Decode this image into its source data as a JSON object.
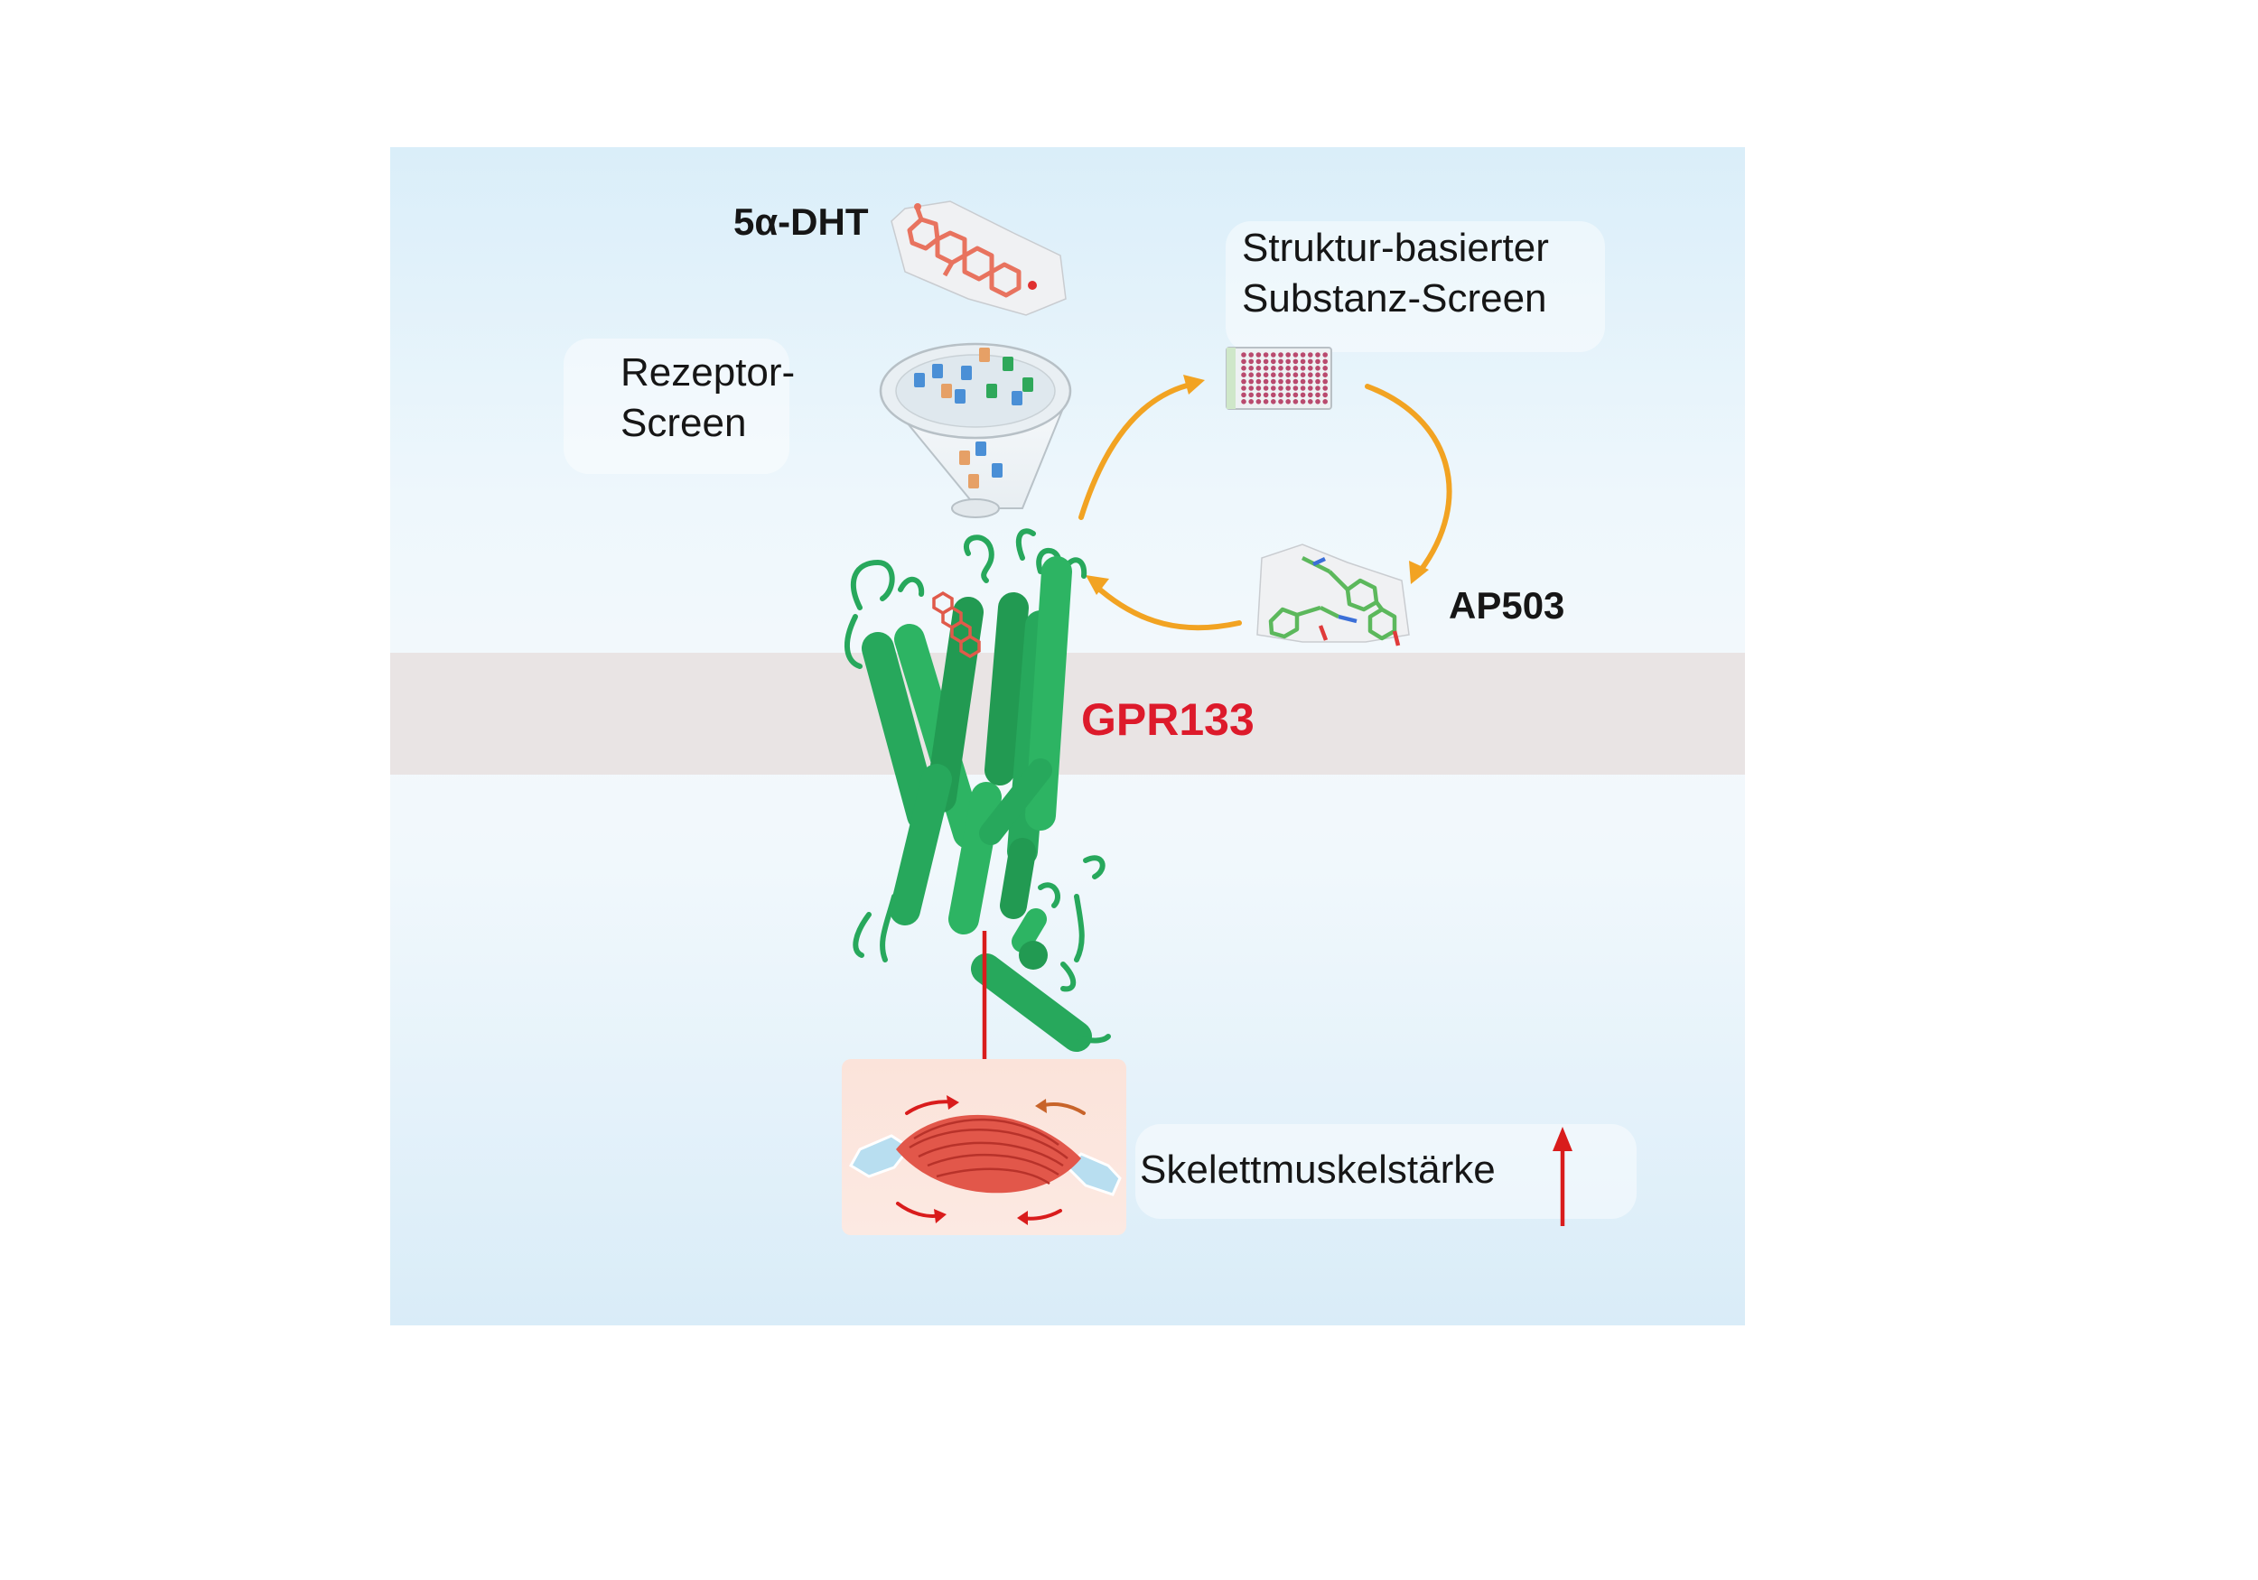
{
  "labels": {
    "ligand": "5α-DHT",
    "receptor_screen": "Rezeptor-\nScreen",
    "receptor_screen_line1": "Rezeptor-",
    "receptor_screen_line2": "Screen",
    "structure_screen_line1": "Struktur-basierter",
    "structure_screen_line2": "Substanz-Screen",
    "compound": "AP503",
    "receptor": "GPR133",
    "outcome": "Skelettmuskelstärke"
  },
  "colors": {
    "cycle_arrow": "#f2a322",
    "receptor_green": "#27a85c",
    "ligand_red": "#e8735f",
    "red_arrow": "#d91c1c",
    "receptor_label": "#dd1a2b",
    "muscle": "#e2574a",
    "membrane": "#e9e4e4"
  },
  "icons": {
    "ligand": "steroid-structure-icon",
    "funnel": "receptor-library-funnel-icon",
    "plate": "well-plate-icon",
    "compound": "molecule-structure-icon",
    "receptor": "gpcr-helix-bundle-icon",
    "muscle": "muscle-fiber-icon",
    "increase": "up-arrow-icon"
  }
}
